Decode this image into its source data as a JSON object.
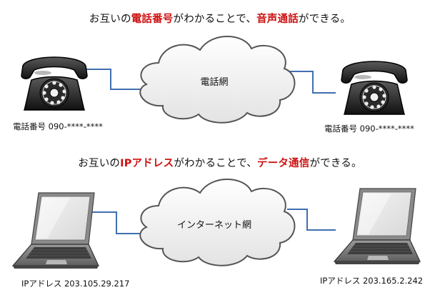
{
  "section1": {
    "heading": {
      "pre": "お互いの",
      "hl1": "電話番号",
      "mid": "がわかることで、",
      "hl2": "音声通話",
      "post": "ができる。"
    },
    "cloud_label": "電話網",
    "left_caption": "電話番号 090-****-****",
    "right_caption": "電話番号 090-****-****",
    "left_icon": "rotary-telephone-icon",
    "right_icon": "rotary-telephone-icon"
  },
  "section2": {
    "heading": {
      "pre": "お互いの",
      "hl1": "IPアドレス",
      "mid": "がわかることで、",
      "hl2": "データ通信",
      "post": "ができる。"
    },
    "cloud_label": "インターネット網",
    "left_caption": "IPアドレス 203.105.29.217",
    "right_caption": "IPアドレス 203.165.2.242",
    "left_icon": "laptop-icon",
    "right_icon": "laptop-icon"
  },
  "colors": {
    "highlight": "#cc1111",
    "connector": "#3f6fb0",
    "cloud_fill": "#eeeeee",
    "cloud_stroke": "#555555"
  }
}
